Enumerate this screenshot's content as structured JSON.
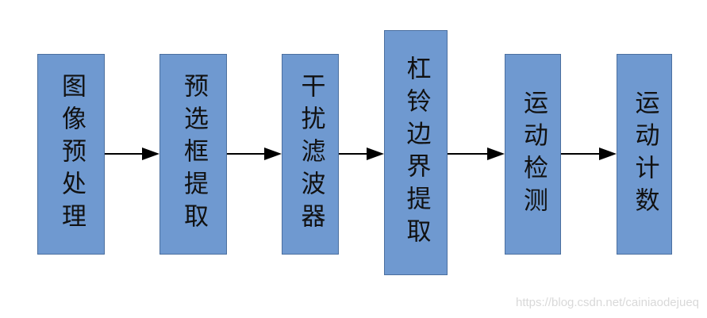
{
  "flow": {
    "steps": [
      {
        "label": "图像预处理"
      },
      {
        "label": "预选框提取"
      },
      {
        "label": "干扰滤波器"
      },
      {
        "label": "杠铃边界提取"
      },
      {
        "label": "运动检测"
      },
      {
        "label": "运动计数"
      }
    ]
  },
  "colors": {
    "box_fill": "#6f99d0",
    "box_border": "#4b6f9f",
    "arrow": "#000000",
    "text": "#111111"
  },
  "watermark": "https://blog.csdn.net/cainiaodejueq"
}
